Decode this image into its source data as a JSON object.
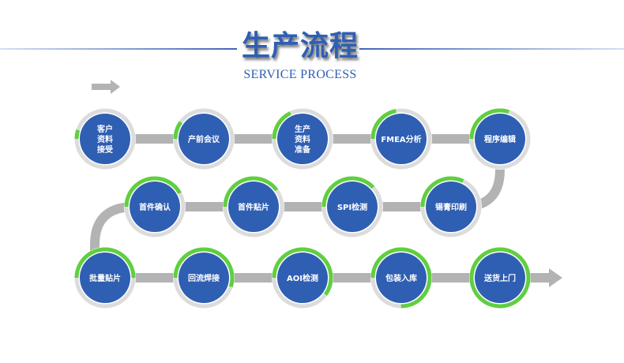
{
  "header": {
    "title": "生产流程",
    "subtitle": "SERVICE PROCESS"
  },
  "colors": {
    "circle_fill": "#2f5fb3",
    "ring_track": "#dcdcdc",
    "ring_progress": "#5fcf3f",
    "connector": "#b3b3b3",
    "title": "#2f5fb3"
  },
  "steps": [
    {
      "label": [
        "客户",
        "资料",
        "接受"
      ],
      "progress": 0.05
    },
    {
      "label": [
        "产前会议"
      ],
      "progress": 0.1
    },
    {
      "label": [
        "生产",
        "资料",
        "准备"
      ],
      "progress": 0.18
    },
    {
      "label": [
        "FMEA分析"
      ],
      "progress": 0.22
    },
    {
      "label": [
        "程序编辑"
      ],
      "progress": 0.3
    },
    {
      "label": [
        "锡膏印刷"
      ],
      "progress": 0.32
    },
    {
      "label": [
        "SPI检测"
      ],
      "progress": 0.38
    },
    {
      "label": [
        "首件贴片"
      ],
      "progress": 0.4
    },
    {
      "label": [
        "首件确认"
      ],
      "progress": 0.42
    },
    {
      "label": [
        "批量贴片"
      ],
      "progress": 0.5
    },
    {
      "label": [
        "回流焊接"
      ],
      "progress": 0.55
    },
    {
      "label": [
        "AOI检测"
      ],
      "progress": 0.6
    },
    {
      "label": [
        "包装入库"
      ],
      "progress": 0.75
    },
    {
      "label": [
        "送货上门"
      ],
      "progress": 1.0
    }
  ]
}
